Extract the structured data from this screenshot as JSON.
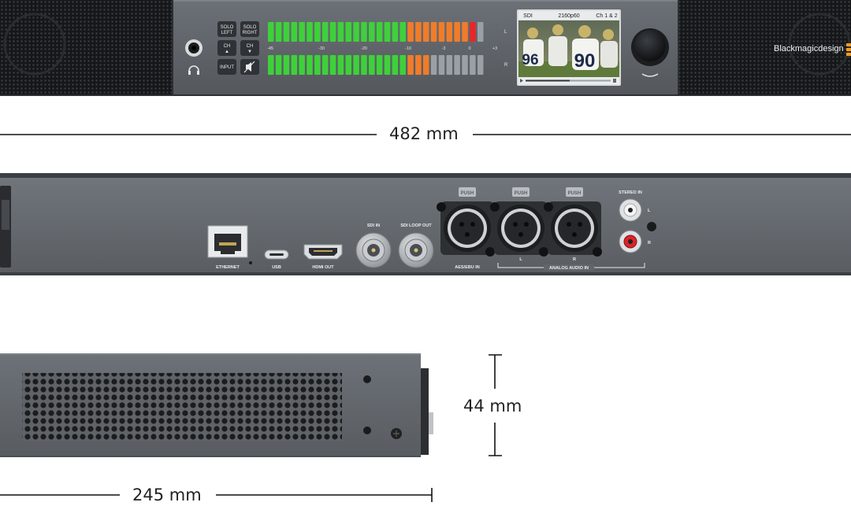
{
  "front_panel": {
    "buttons": {
      "solo_left": [
        "SOLO",
        "LEFT"
      ],
      "solo_right": [
        "SOLO",
        "RIGHT"
      ],
      "ch_up": [
        "CH",
        "▲"
      ],
      "ch_down": [
        "CH",
        "▼"
      ],
      "input": "INPUT"
    },
    "meter": {
      "scale": [
        "-45",
        "-30",
        "-20",
        "-10",
        "-3",
        "0",
        "+3"
      ],
      "channels": [
        "L",
        "R"
      ],
      "colors": {
        "green": "#3ed13a",
        "orange": "#f07c2a",
        "red": "#e8262a",
        "off": "#9aa0a6"
      }
    },
    "lcd": {
      "input": "SDI",
      "format": "2160p60",
      "channels": "Ch 1 & 2",
      "jerseys": [
        "96",
        "90"
      ]
    },
    "brand": "Blackmagicdesign"
  },
  "rear_panel": {
    "ethernet": "ETHERNET",
    "usb": "USB",
    "hdmi_out": "HDMI OUT",
    "sdi_in": "SDI IN",
    "sdi_loop_out": "SDI LOOP OUT",
    "xlr_push": "PUSH",
    "aes_ebu_in": "AES/EBU IN",
    "analog_audio_in": "ANALOG AUDIO IN",
    "stereo_in": "STEREO IN",
    "xlr_l": "L",
    "xlr_r": "R",
    "rca_l": "L",
    "rca_r": "R"
  },
  "dimensions": {
    "width": "482 mm",
    "depth": "245 mm",
    "height": "44 mm"
  }
}
